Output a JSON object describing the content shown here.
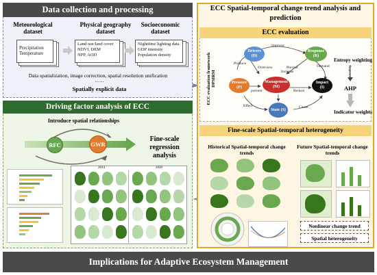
{
  "colors": {
    "title_bg": "#4a4a4a",
    "panel_data_bg": "#eef1f7",
    "panel_driving_bg": "#edf5e6",
    "green_title": "#2f6b2f",
    "ecc_border": "#e3a52a",
    "ecc_panel_bg": "#fdf6e3",
    "orange_band": "#f7d37a"
  },
  "data_panel": {
    "title": "Data collection and processing",
    "datasets": [
      {
        "heading": "Meteorological dataset",
        "items": [
          "Precipitation",
          "Temperature"
        ]
      },
      {
        "heading": "Physical geography dataset",
        "items": [
          "Land use/land cover",
          "NDVI, DEM",
          "NPP, AOD"
        ]
      },
      {
        "heading": "Socioeconomic dataset",
        "items": [
          "Nighttime lighting data",
          "GDP intensity",
          "Population density"
        ]
      }
    ],
    "processing": "Data spatialization, image correction, spatial resolution unification",
    "dots": "……",
    "output": "Spatially explicit data",
    "icon": "arrow-right-icon"
  },
  "driving_panel": {
    "title": "Driving factor analysis of ECC",
    "relationship": "Introduce spatial relationships",
    "rfc": "RFC",
    "gwr": "GWR",
    "result": "Fine-scale regression analysis",
    "years": [
      "2014",
      "2020"
    ]
  },
  "ecc_panel": {
    "title": "ECC Spatial-temporal change trend analysis and prediction",
    "evaluation_title": "ECC evaluation",
    "framework_label": "ECC evaluation framework DPSIRM",
    "nodes": {
      "drivers": "Drivers (D)",
      "response": "Response (R)",
      "pressure": "Pressure (P)",
      "management": "Management (M)",
      "impact": "Impact (I)",
      "state": "State (S)"
    },
    "edges": [
      "Improve",
      "Produce",
      "Overview",
      "Demand",
      "Prevent",
      "Increase",
      "Reduce",
      "prevent",
      "Effect",
      "Cause"
    ],
    "weights": {
      "entropy": "Entropy weighting",
      "improve": "Improve",
      "ahp": "AHP",
      "indicator": "Indicator weights"
    },
    "heterogeneity_title": "Fine-scale Spatial-temporal heterogeneity",
    "historical": "Historical Spatial-temporal change trends",
    "future": "Future Spatial-temporal change trends",
    "nonlinear": "Nonlinear change trend",
    "spatial": "Spatial heterogeneity"
  },
  "footer": "Implications for Adaptive Ecosystem Management"
}
